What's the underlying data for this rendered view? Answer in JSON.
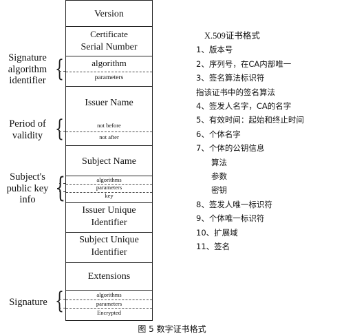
{
  "figure": {
    "caption": "图 5  数字证书格式"
  },
  "structure": {
    "version": "Version",
    "serial_number_line1": "Certificate",
    "serial_number_line2": "Serial Number",
    "sig_algorithm": "algorithm",
    "sig_parameters": "parameters",
    "issuer_name": "Issuer Name",
    "not_before": "not before",
    "not_after": "not after",
    "subject_name": "Subject Name",
    "pk_algorithms": "algorithms",
    "pk_parameters": "parameters",
    "pk_key": "key",
    "issuer_uid_line1": "Issuer Unique",
    "issuer_uid_line2": "Identifier",
    "subject_uid_line1": "Subject Unique",
    "subject_uid_line2": "Identifier",
    "extensions": "Extensions",
    "s_algorithms": "algorithms",
    "s_parameters": "parameters",
    "s_encrypted": "Encrypted"
  },
  "left_labels": {
    "signature_algorithm_line1": "Signature",
    "signature_algorithm_line2": "algorithm",
    "signature_algorithm_line3": "identifier",
    "validity_line1": "Period of",
    "validity_line2": "validity",
    "public_key_line1": "Subject's",
    "public_key_line2": "public key",
    "public_key_line3": "info",
    "signature": "Signature"
  },
  "right_list": {
    "title": "X.509证书格式",
    "items": [
      "1、版本号",
      "2、序列号，在CA内部唯一",
      "3、签名算法标识符",
      "指该证书中的签名算法",
      "4、签发人名字，CA的名字",
      "5、有效时间：起始和终止时间",
      "6、个体名字",
      "7、个体的公钥信息"
    ],
    "sub_items": [
      "算法",
      "参数",
      "密钥"
    ],
    "items_tail": [
      "8、签发人唯一标识符",
      "9、个体唯一标识符",
      "10、扩展域",
      "11、签名"
    ]
  }
}
